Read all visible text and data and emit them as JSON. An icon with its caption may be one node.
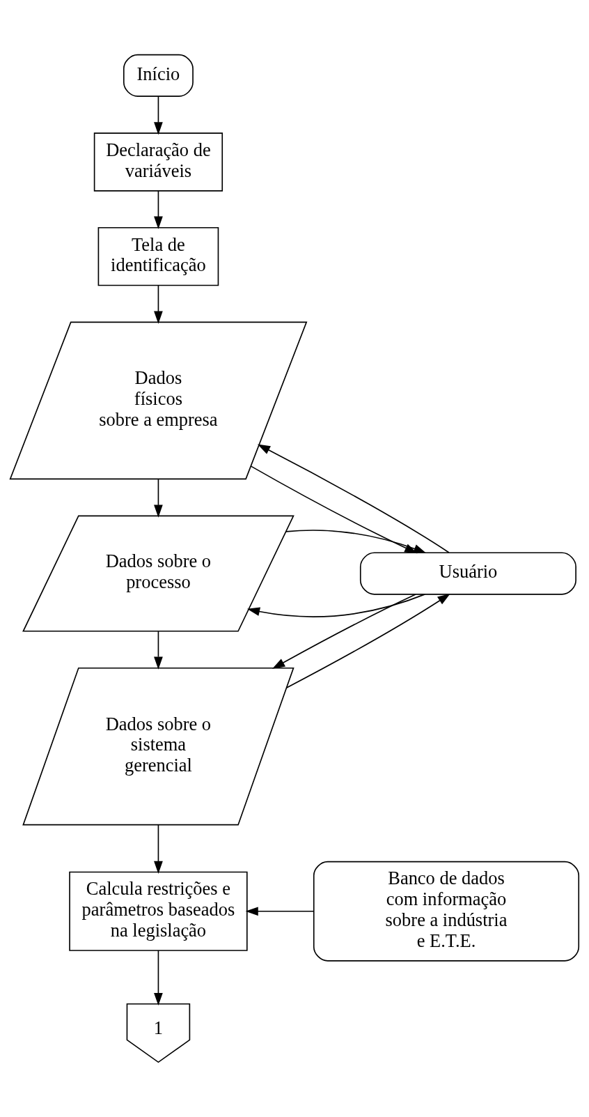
{
  "diagram": {
    "nodes": [
      {
        "text": [
          "Início"
        ]
      },
      {
        "text": [
          "Declaração de variáveis"
        ]
      },
      {
        "text": [
          "Tela de identificação"
        ]
      },
      {
        "text": [
          "Dados físicos sobre a empresa"
        ]
      },
      {
        "text": [
          "Dados sobre o processo"
        ]
      },
      {
        "text": [
          "Usuário"
        ]
      },
      {
        "text": [
          "Dados sobre o sistema gerencial"
        ]
      },
      {
        "text": [
          "Calcula restrições e parâmetros baseados na legislação"
        ]
      },
      {
        "text": [
          "Banco de dados com informação sobre a indústria e E.T.E."
        ]
      },
      {
        "text": [
          "1"
        ]
      }
    ],
    "edges": [
      {
        "from": 0,
        "to": 1,
        "arrow": "to"
      },
      {
        "from": 1,
        "to": 2,
        "arrow": "to"
      },
      {
        "from": 2,
        "to": 3,
        "arrow": "to"
      },
      {
        "from": 5,
        "to": 3,
        "arrow": "to"
      },
      {
        "from": 3,
        "to": 5,
        "arrow": "to"
      },
      {
        "from": 3,
        "to": 4,
        "arrow": "to"
      },
      {
        "from": 5,
        "to": 4,
        "arrow": "to"
      },
      {
        "from": 4,
        "to": 5,
        "arrow": "to"
      },
      {
        "from": 4,
        "to": 6,
        "arrow": "to"
      },
      {
        "from": 5,
        "to": 6,
        "arrow": "to"
      },
      {
        "from": 6,
        "to": 5,
        "arrow": "to"
      },
      {
        "from": 6,
        "to": 7,
        "arrow": "to"
      },
      {
        "from": 8,
        "to": 7,
        "arrow": "to"
      },
      {
        "from": 7,
        "to": 9,
        "arrow": "to"
      }
    ]
  }
}
